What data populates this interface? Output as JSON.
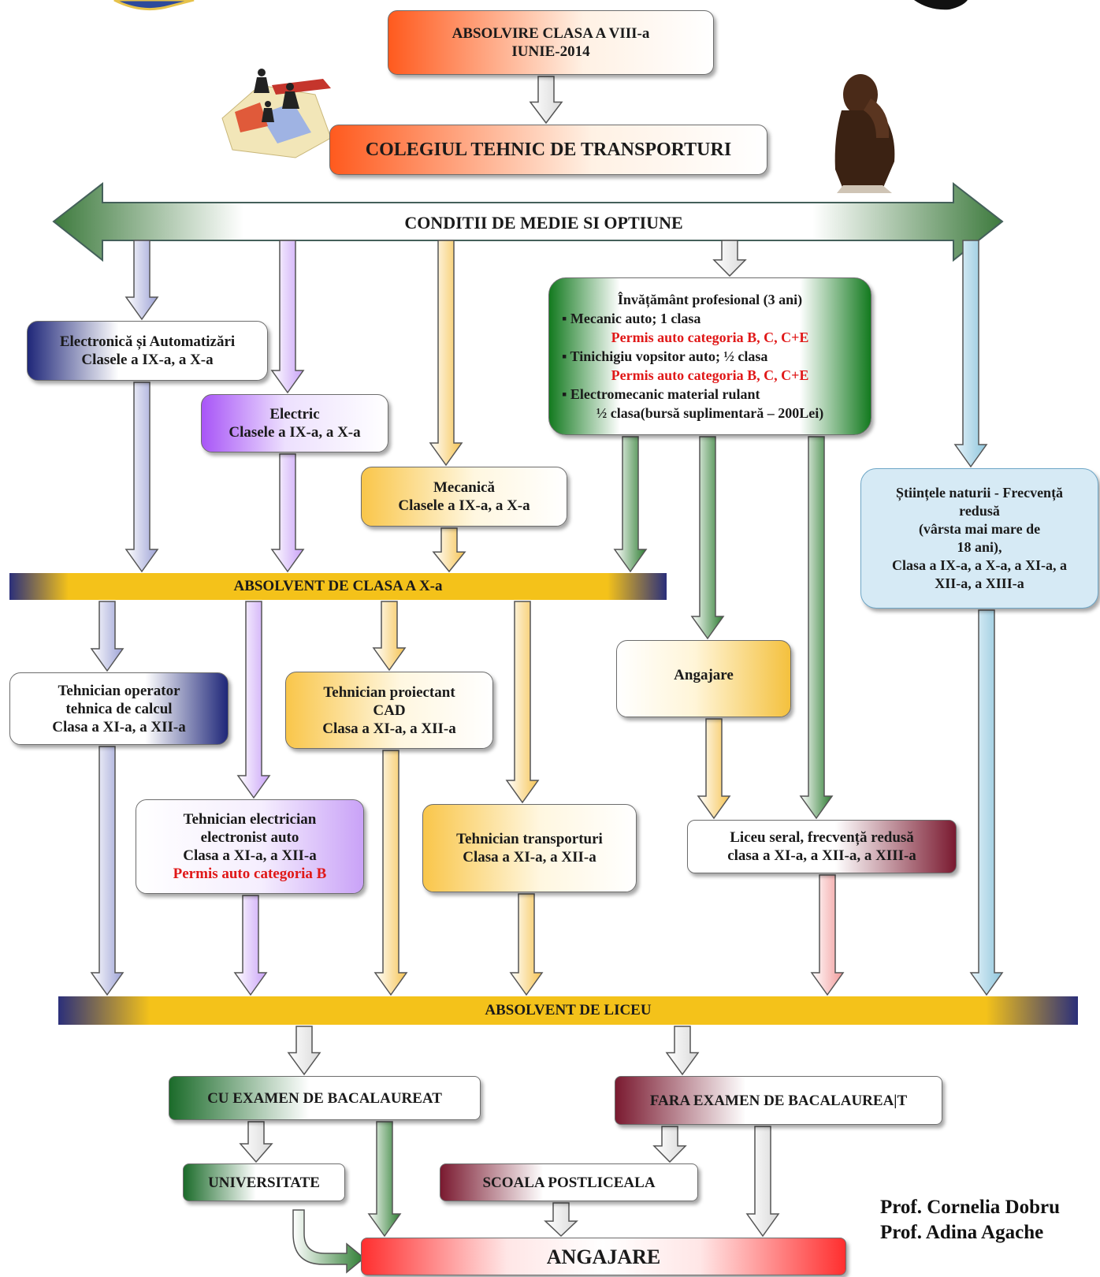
{
  "header": {
    "line1": "ABSOLVIRE CLASA A VIII-a",
    "line2": "IUNIE-2014"
  },
  "school": "COLEGIUL TEHNIC DE TRANSPORTURI",
  "conditions": "CONDITII DE MEDIE SI OPTIUNE",
  "profesional": {
    "title": "Învățământ  profesional (3 ani)",
    "l1": "▪ Mecanic auto; 1 clasa",
    "l2": "Permis auto categoria B, C, C+E",
    "l3": "▪ Tinichigiu vopsitor auto; ½ clasa",
    "l4": "Permis auto categoria B, C, C+E",
    "l5": "▪ Electromecanic material rulant",
    "l6": "½ clasa(bursă suplimentară – 200Lei)"
  },
  "electronica": {
    "l1": "Electronică și Automatizări",
    "l2": "Clasele a IX-a, a X-a"
  },
  "electric": {
    "l1": "Electric",
    "l2": "Clasele a IX-a, a X-a"
  },
  "mecanica": {
    "l1": "Mecanică",
    "l2": "Clasele a IX-a, a X-a"
  },
  "stiinte": {
    "l1": "Științele naturii - Frecvență",
    "l2": "redusă",
    "l3": "(vârsta mai mare de",
    "l4": "18 ani),",
    "l5": "Clasa a IX-a, a X-a, a XI-a, a",
    "l6": "XII-a, a XIII-a"
  },
  "absolvent_x": "ABSOLVENT DE CLASA A X-a",
  "operator": {
    "l1": "Tehnician operator",
    "l2": "tehnica de calcul",
    "l3": "Clasa a XI-a, a XII-a"
  },
  "proiectant": {
    "l1": "Tehnician proiectant",
    "l2": "CAD",
    "l3": "Clasa a XI-a, a XII-a"
  },
  "angajare_mid": "Angajare",
  "electrician": {
    "l1": "Tehnician electrician",
    "l2": "electronist auto",
    "l3": "Clasa a XI-a, a XII-a",
    "l4": "Permis auto categoria  B"
  },
  "transporturi": {
    "l1": "Tehnician transporturi",
    "l2": "Clasa a XI-a, a XII-a"
  },
  "seral": {
    "l1": "Liceu seral, frecvență redusă",
    "l2": "clasa a XI-a, a XII-a, a XIII-a"
  },
  "absolvent_liceu": "ABSOLVENT DE LICEU",
  "cu_bac": "CU EXAMEN DE BACALAUREAT",
  "fara_bac": "FARA EXAMEN DE BACALAUREA|T",
  "universitate": "UNIVERSITATE",
  "postliceala": "SCOALA POSTLICEALA",
  "angajare_final": "ANGAJARE",
  "signature": {
    "l1": "Prof. Cornelia Dobru",
    "l2": "Prof. Adina Agache"
  },
  "colors": {
    "bar_yellow": "#f4c21a",
    "bar_navy": "#2b2f7a",
    "permis_red": "#e01818",
    "green_arrow": "#2e7d32",
    "blue_arrow": "#8fc6dc"
  }
}
